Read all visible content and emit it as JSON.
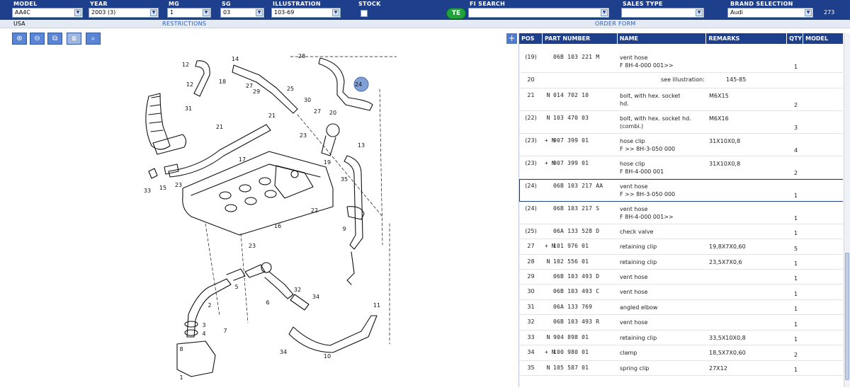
{
  "topbar": {
    "model": {
      "label": "MODEL",
      "value": "AA4C"
    },
    "year": {
      "label": "YEAR",
      "value": "2003 (3)"
    },
    "mg": {
      "label": "MG",
      "value": "1"
    },
    "sg": {
      "label": "SG",
      "value": "03"
    },
    "illustration": {
      "label": "ILLUSTRATION",
      "value": "103-69"
    },
    "stock": {
      "label": "STOCK"
    },
    "te_badge": "TE",
    "fi_search": {
      "label": "FI SEARCH",
      "value": ""
    },
    "sales_type": {
      "label": "SALES TYPE",
      "value": ""
    },
    "brand": {
      "label": "BRAND SELECTION",
      "value": "Audi"
    },
    "count": "273"
  },
  "subbar": {
    "country": "USA",
    "restrictions": "RESTRICTIONS",
    "order_form": "ORDER FORM"
  },
  "toolbar": {
    "buttons": [
      {
        "name": "zoom-in-icon",
        "glyph": "⊕"
      },
      {
        "name": "zoom-out-icon",
        "glyph": "⊖"
      },
      {
        "name": "zoom-area-icon",
        "glyph": "⧉"
      },
      {
        "name": "zoom-fit-icon",
        "glyph": "⧈"
      },
      {
        "name": "search-icon",
        "glyph": "⌕"
      }
    ]
  },
  "illustration": {
    "callouts": [
      "12",
      "14",
      "28",
      "18",
      "24",
      "27",
      "29",
      "25",
      "12",
      "30",
      "27",
      "31",
      "21",
      "20",
      "23",
      "21",
      "17",
      "19",
      "13",
      "35",
      "22",
      "16",
      "9",
      "33",
      "15",
      "23",
      "23",
      "2",
      "5",
      "6",
      "7",
      "34",
      "32",
      "34",
      "11",
      "3",
      "4",
      "10",
      "8",
      "1"
    ]
  },
  "parts": {
    "expand_label": "+",
    "columns": {
      "pos": "POS",
      "part": "PART NUMBER",
      "name": "NAME",
      "remarks": "REMARKS",
      "qty": "QTY",
      "model": "MODEL"
    },
    "rows": [
      {
        "pos": "(19)",
        "mark": "",
        "pn": "06B  103  221  M",
        "name1": "vent hose",
        "name2": "F 8H-4-000 001>>",
        "rem1": "",
        "rem2": "",
        "qty": "1",
        "h": 32
      },
      {
        "pos": "20",
        "see": "see illustration:",
        "see_val": "145-85",
        "h": 22
      },
      {
        "pos": "21",
        "mark": "N",
        "pn": "014  702  10",
        "name1": "bolt, with hex. socket",
        "name2": "hd.",
        "rem1": "M6X15",
        "rem2": "",
        "qty": "2",
        "h": 32
      },
      {
        "pos": "(22)",
        "mark": "N",
        "pn": "103  470  03",
        "name1": "bolt, with hex. socket hd.",
        "name2": "(combi.)",
        "rem1": "M6X16",
        "rem2": "",
        "qty": "3",
        "h": 32
      },
      {
        "pos": "(23)",
        "mark": "+ N",
        "pn": "907  399  01",
        "name1": "hose clip",
        "name2": "F             >> 8H-3-050 000",
        "rem1": "31X10X0,8",
        "rem2": "",
        "qty": "4",
        "h": 32
      },
      {
        "pos": "(23)",
        "mark": "+ N",
        "pn": "907  399  01",
        "name1": "hose clip",
        "name2": "F 8H-4-000 001",
        "rem1": "31X10X0,8",
        "rem2": "",
        "qty": "2",
        "h": 32
      },
      {
        "pos": "(24)",
        "mark": "",
        "pn": "06B  103  217  AA",
        "name1": "vent hose",
        "name2": "F             >> 8H-3-050 000",
        "rem1": "",
        "rem2": "",
        "qty": "1",
        "h": 32,
        "sel": true
      },
      {
        "pos": "(24)",
        "mark": "",
        "pn": "06B  103  217  S",
        "name1": "vent hose",
        "name2": "F 8H-4-000 001>>",
        "rem1": "",
        "rem2": "",
        "qty": "1",
        "h": 32
      },
      {
        "pos": "(25)",
        "mark": "",
        "pn": "06A  133  528  D",
        "name1": "check valve",
        "name2": "",
        "rem1": "",
        "rem2": "",
        "qty": "1",
        "h": 21
      },
      {
        "pos": "27",
        "mark": "+ N",
        "pn": "101  976  01",
        "name1": "retaining clip",
        "name2": "",
        "rem1": "19,8X7X0,60",
        "rem2": "",
        "qty": "5",
        "h": 22
      },
      {
        "pos": "28",
        "mark": "N",
        "pn": "102  556  01",
        "name1": "retaining clip",
        "name2": "",
        "rem1": "23,5X7X0,6",
        "rem2": "",
        "qty": "1",
        "h": 21
      },
      {
        "pos": "29",
        "mark": "",
        "pn": "06B  103  493  D",
        "name1": "vent hose",
        "name2": "",
        "rem1": "",
        "rem2": "",
        "qty": "1",
        "h": 21
      },
      {
        "pos": "30",
        "mark": "",
        "pn": "06B  103  493  C",
        "name1": "vent hose",
        "name2": "",
        "rem1": "",
        "rem2": "",
        "qty": "1",
        "h": 22
      },
      {
        "pos": "31",
        "mark": "",
        "pn": "06A  133  769",
        "name1": "angled elbow",
        "name2": "",
        "rem1": "",
        "rem2": "",
        "qty": "1",
        "h": 21
      },
      {
        "pos": "32",
        "mark": "",
        "pn": "06B  103  493  R",
        "name1": "vent hose",
        "name2": "",
        "rem1": "",
        "rem2": "",
        "qty": "1",
        "h": 22
      },
      {
        "pos": "33",
        "mark": "N",
        "pn": "904  898  01",
        "name1": "retaining clip",
        "name2": "",
        "rem1": "33,5X10X0,8",
        "rem2": "",
        "qty": "1",
        "h": 21
      },
      {
        "pos": "34",
        "mark": "+ N",
        "pn": "100  980  01",
        "name1": "clamp",
        "name2": "",
        "rem1": "18,5X7X0,60",
        "rem2": "",
        "qty": "2",
        "h": 22
      },
      {
        "pos": "35",
        "mark": "N",
        "pn": "105  587  01",
        "name1": "spring clip",
        "name2": "",
        "rem1": "27X12",
        "rem2": "",
        "qty": "1",
        "h": 21
      }
    ]
  }
}
